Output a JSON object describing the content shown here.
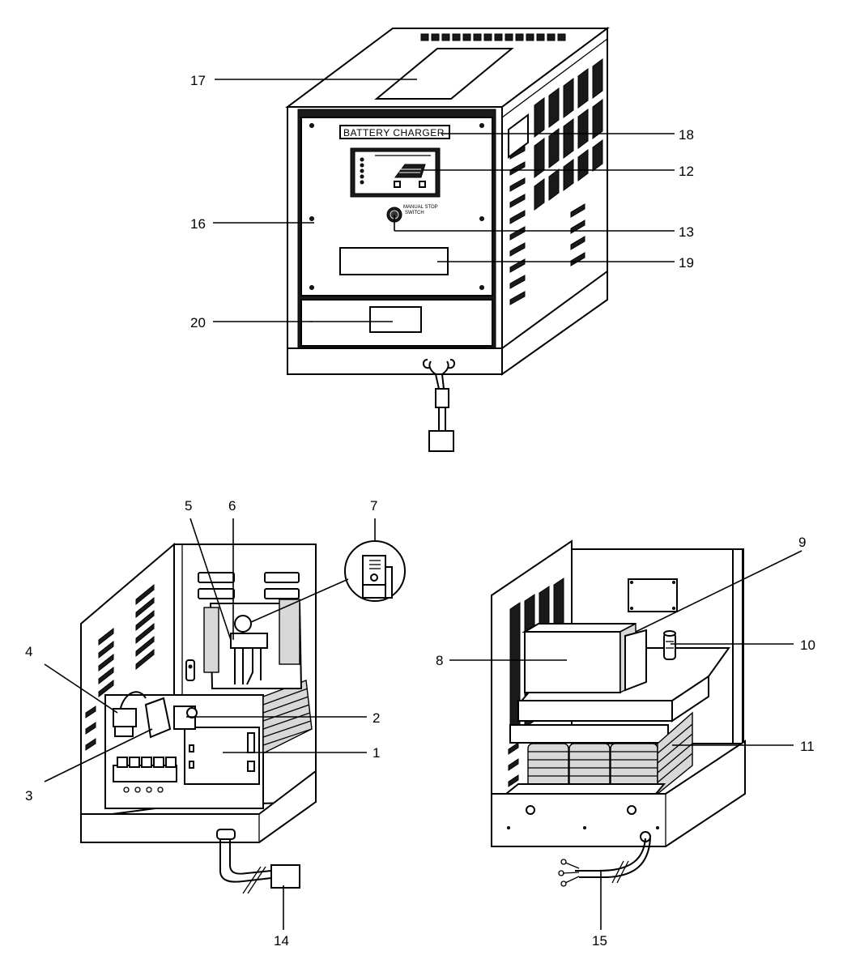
{
  "panel_text": {
    "nameplate": "BATTERY CHARGER",
    "switch_label_line1": "MANUAL STOP",
    "switch_label_line2": "SWITCH"
  },
  "callouts": {
    "c1": "1",
    "c2": "2",
    "c3": "3",
    "c4": "4",
    "c5": "5",
    "c6": "6",
    "c7": "7",
    "c8": "8",
    "c9": "9",
    "c10": "10",
    "c11": "11",
    "c12": "12",
    "c13": "13",
    "c14": "14",
    "c15": "15",
    "c16": "16",
    "c17": "17",
    "c18": "18",
    "c19": "19",
    "c20": "20"
  }
}
